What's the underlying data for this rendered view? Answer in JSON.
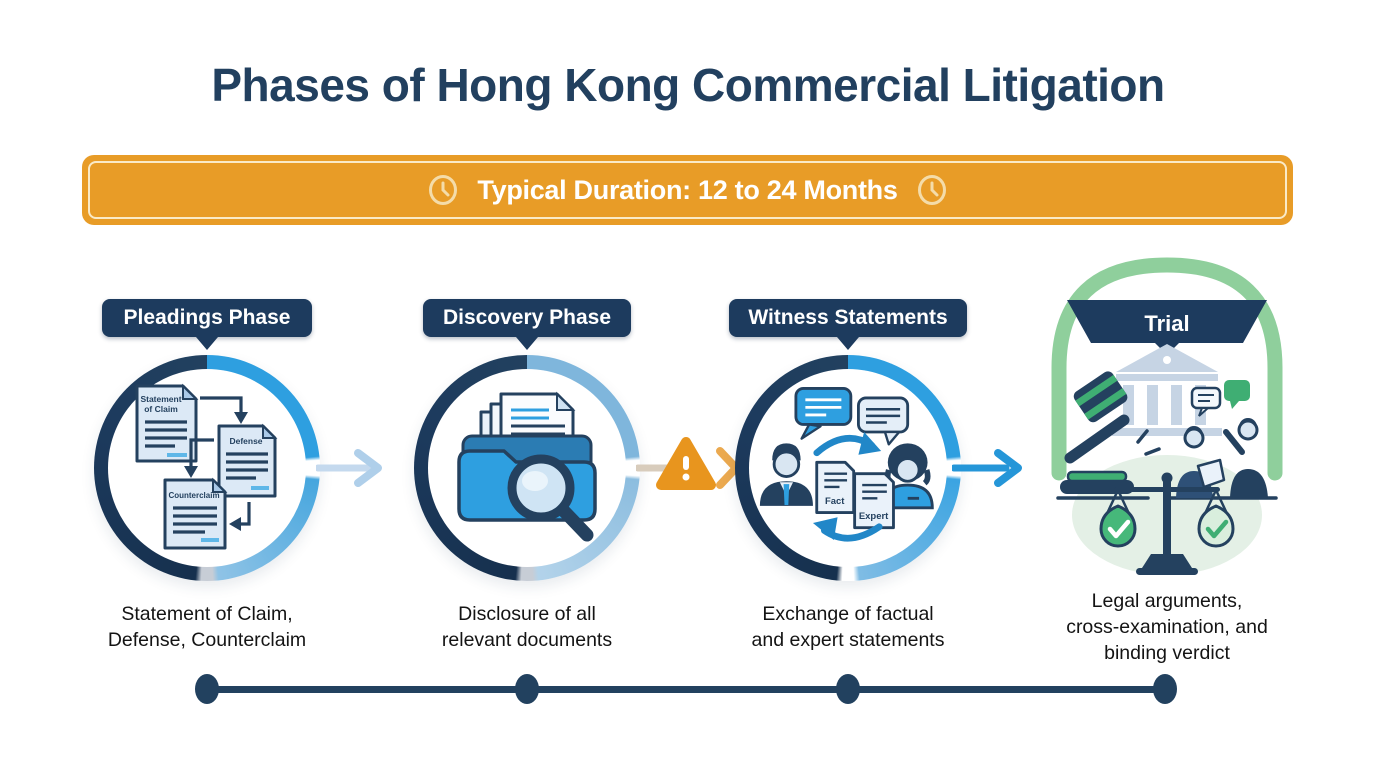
{
  "title": "Phases of Hong Kong Commercial Litigation",
  "duration_banner": {
    "label": "Typical Duration: 12 to 24 Months"
  },
  "phases": [
    {
      "label": "Pleadings Phase",
      "desc_lines": [
        "Statement of Claim,",
        "Defense, Counterclaim"
      ],
      "doc_labels": {
        "claim_line1": "Statement",
        "claim_line2": "of Claim",
        "defense": "Defense",
        "counterclaim": "Counterclaim"
      }
    },
    {
      "label": "Discovery Phase",
      "desc_lines": [
        "Disclosure of all",
        "relevant documents"
      ]
    },
    {
      "label": "Witness Statements",
      "desc_lines": [
        "Exchange of factual",
        "and expert statements"
      ],
      "doc_labels": {
        "fact": "Fact",
        "expert": "Expert"
      }
    },
    {
      "label": "Trial",
      "desc_lines": [
        "Legal arguments,",
        "cross-examination, and",
        "binding verdict"
      ]
    }
  ],
  "colors": {
    "navy": "#1D3B5E",
    "bright_blue": "#2E9FE0",
    "pale_ring_blue": "#7FB6DC",
    "banner_orange": "#E89C27",
    "warning_orange": "#E8951E",
    "arch_green": "#8FCF9C",
    "accent_green": "#3FAE73",
    "doc_fill": "#DCE9F6"
  }
}
